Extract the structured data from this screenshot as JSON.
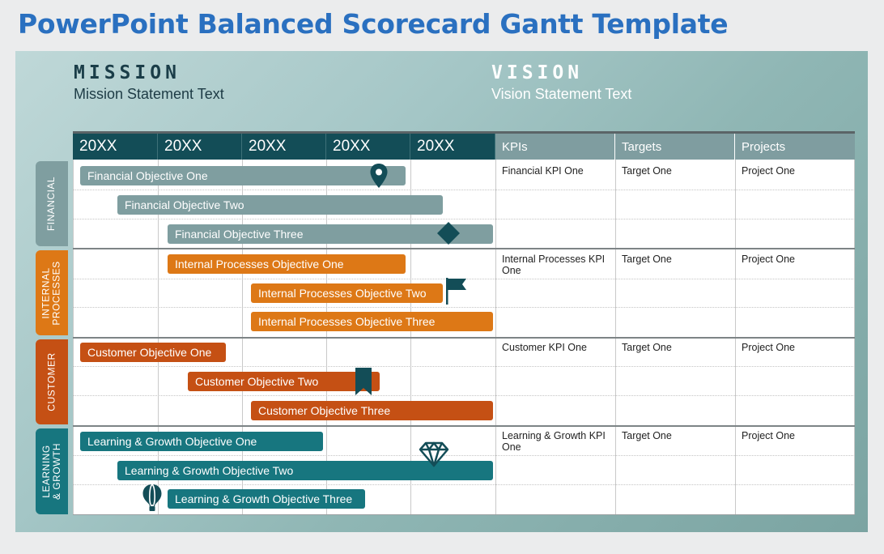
{
  "page_title": "PowerPoint Balanced Scorecard Gantt Template",
  "mission": {
    "heading": "MISSION",
    "text": "Mission Statement Text"
  },
  "vision": {
    "heading": "VISION",
    "text": "Vision Statement Text"
  },
  "header": {
    "years": [
      "20XX",
      "20XX",
      "20XX",
      "20XX",
      "20XX"
    ],
    "kpis": "KPIs",
    "targets": "Targets",
    "projects": "Projects"
  },
  "sections": [
    {
      "label": "FINANCIAL",
      "color": "#7f9ea0",
      "objectives": [
        "Financial Objective One",
        "Financial Objective Two",
        "Financial Objective Three"
      ],
      "kpi": "Financial KPI One",
      "target": "Target One",
      "project": "Project One"
    },
    {
      "label": "INTERNAL\nPROCESSES",
      "color": "#dd7816",
      "objectives": [
        "Internal Processes Objective One",
        "Internal Processes Objective Two",
        "Internal Processes Objective Three"
      ],
      "kpi": "Internal Processes KPI One",
      "target": "Target One",
      "project": "Project One"
    },
    {
      "label": "CUSTOMER",
      "color": "#c55014",
      "objectives": [
        "Customer Objective One",
        "Customer Objective Two",
        "Customer Objective Three"
      ],
      "kpi": "Customer KPI One",
      "target": "Target One",
      "project": "Project One"
    },
    {
      "label": "LEARNING\n& GROWTH",
      "color": "#17767f",
      "objectives": [
        "Learning & Growth Objective One",
        "Learning & Growth Objective Two",
        "Learning & Growth Objective Three"
      ],
      "kpi": "Learning & Growth KPI One",
      "target": "Target One",
      "project": "Project One"
    }
  ],
  "icons": [
    "map-pin-icon",
    "diamond-icon",
    "flag-icon",
    "bookmark-icon",
    "gem-icon",
    "hot-air-balloon-icon"
  ],
  "colors": {
    "title": "#2a70c0",
    "header_dark": "#134d57",
    "header_light": "#7f9da0",
    "icon": "#134d57"
  }
}
